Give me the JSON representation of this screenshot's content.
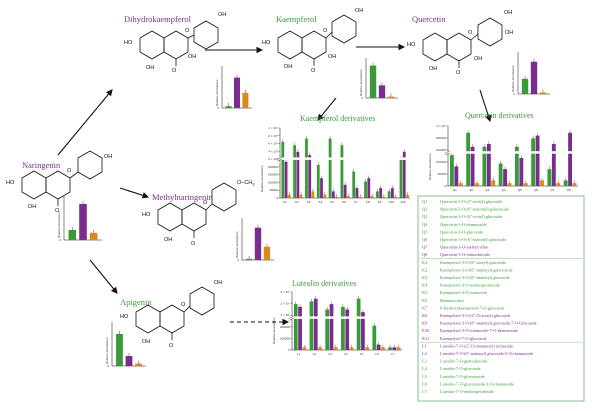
{
  "colors": {
    "purple": "#7b2d8e",
    "green": "#3a9a3a",
    "orange": "#d98a1e",
    "black": "#111111"
  },
  "compounds": {
    "naringenin": "Naringenin",
    "dihydrokaempferol": "Dihydrokaempferol",
    "kaempferol": "Kaempferol",
    "quercetin": "Quercetin",
    "methylnaringenin": "Methylnaringenin",
    "apigenin": "Apigenin"
  },
  "atoms": {
    "oh": "OH",
    "ho": "HO",
    "o": "O",
    "och3": "O–CH",
    "och3_sub": "3"
  },
  "axis_label": "Relative abundance",
  "derivative_titles": {
    "kaempferol": "Kaempferol derivatives",
    "quercetin": "Quercetin derivatives",
    "luteolin": "Luteolin derivatives"
  },
  "ticks": {
    "kaempferol": [
      "1 × 10⁷",
      "8 × 10⁶",
      "6 × 10⁶",
      "4 × 10⁶",
      "2 × 10⁶",
      "200000",
      "150000",
      "100000",
      "50000",
      "0"
    ],
    "quercetin": [
      "2 × 10⁷",
      "200000",
      "150000",
      "100000",
      "50000",
      "0"
    ],
    "luteolin": [
      "3 × 10⁷",
      "2 × 10⁷",
      "1 × 10⁷",
      "200000",
      "100000",
      "0"
    ],
    "small": [
      "0"
    ]
  },
  "chart_data": [
    {
      "type": "bar",
      "id": "kaempferol-derivatives",
      "title": "Kaempferol derivatives",
      "ylabel": "Relative abundance",
      "categories": [
        "K1",
        "K2",
        "K3",
        "K4",
        "K5",
        "K6",
        "K7",
        "K8",
        "K9",
        "K10",
        "K11"
      ],
      "series": [
        {
          "values": [
            0.85,
            0.8,
            0.9,
            0.5,
            0.9,
            0.8,
            0.4,
            0.25,
            0.1,
            0.1,
            0.6
          ]
        },
        {
          "values": [
            0.55,
            0.7,
            0.65,
            0.3,
            0.1,
            0.2,
            0.15,
            0.3,
            0.15,
            0.15,
            0.7
          ]
        },
        {
          "values": [
            0.05,
            0.05,
            0.1,
            0.05,
            0.02,
            0.03,
            0.02,
            0.03,
            0.02,
            0.02,
            0.05
          ]
        }
      ]
    },
    {
      "type": "bar",
      "id": "quercetin-derivatives",
      "title": "Quercetin derivatives",
      "ylabel": "Relative abundance",
      "categories": [
        "Q1",
        "Q2",
        "Q3",
        "Q4",
        "Q5",
        "Q6",
        "Q7",
        "Q8"
      ],
      "series": [
        {
          "values": [
            0.55,
            0.95,
            0.7,
            0.4,
            0.7,
            0.85,
            0.3,
            0.1
          ]
        },
        {
          "values": [
            0.35,
            0.7,
            0.75,
            0.3,
            0.5,
            0.9,
            0.75,
            0.95
          ]
        },
        {
          "values": [
            0.05,
            0.05,
            0.1,
            0.05,
            0.05,
            0.1,
            0.05,
            0.05
          ]
        }
      ]
    },
    {
      "type": "bar",
      "id": "luteolin-derivatives",
      "title": "Luteolin derivatives",
      "ylabel": "Relative abundance",
      "categories": [
        "L1",
        "L2",
        "L3",
        "L4",
        "L5",
        "L6",
        "L7"
      ],
      "series": [
        {
          "values": [
            0.85,
            0.9,
            0.75,
            0.8,
            0.95,
            0.45,
            0.05
          ]
        },
        {
          "values": [
            0.8,
            0.95,
            0.85,
            0.75,
            0.7,
            0.1,
            0.05
          ]
        },
        {
          "values": [
            0.05,
            0.05,
            0.05,
            0.05,
            0.05,
            0.05,
            0.05
          ]
        }
      ]
    },
    {
      "type": "bar",
      "id": "naringenin-bars",
      "series": [
        {
          "values": [
            0.25
          ]
        },
        {
          "values": [
            0.9
          ]
        },
        {
          "values": [
            0.18
          ]
        }
      ]
    },
    {
      "type": "bar",
      "id": "dihydrokaempferol-bars",
      "series": [
        {
          "values": [
            0.05
          ]
        },
        {
          "values": [
            0.8
          ]
        },
        {
          "values": [
            0.4
          ]
        }
      ]
    },
    {
      "type": "bar",
      "id": "kaempferol-bars",
      "series": [
        {
          "values": [
            0.9
          ]
        },
        {
          "values": [
            0.35
          ]
        },
        {
          "values": [
            0.04
          ]
        }
      ]
    },
    {
      "type": "bar",
      "id": "quercetin-bars",
      "series": [
        {
          "values": [
            0.4
          ]
        },
        {
          "values": [
            0.85
          ]
        },
        {
          "values": [
            0.04
          ]
        }
      ]
    },
    {
      "type": "bar",
      "id": "methylnaringenin-bars",
      "series": [
        {
          "values": [
            0.03
          ]
        },
        {
          "values": [
            0.85
          ]
        },
        {
          "values": [
            0.35
          ]
        }
      ]
    },
    {
      "type": "bar",
      "id": "apigenin-bars",
      "series": [
        {
          "values": [
            0.8
          ]
        },
        {
          "values": [
            0.25
          ]
        },
        {
          "values": [
            0.06
          ]
        }
      ]
    }
  ],
  "legend": [
    {
      "code": "Q1",
      "text": "Quercetin-3-O-(2''-acetyl) glucoside",
      "color": "green"
    },
    {
      "code": "Q2",
      "text": "Quercetin-3-O-(6''-malonyl) galactoside",
      "color": "green"
    },
    {
      "code": "Q3",
      "text": "Quercetin-3-O-(6''-acetyl) glucoside",
      "color": "green"
    },
    {
      "code": "Q4",
      "text": "Quercetin-3-O-rhamnoside",
      "color": "green"
    },
    {
      "code": "Q5",
      "text": "Quercetin-3-O-glucoside",
      "color": "green"
    },
    {
      "code": "Q6",
      "text": "Quercetin-3-O-(6''-malonyl) glucoside",
      "color": "green"
    },
    {
      "code": "Q7",
      "text": "Quercetin-3-O-methyl ether",
      "color": "purple"
    },
    {
      "code": "Q8",
      "text": "Quercetin-3-O-robinobioside",
      "color": "purple"
    },
    {
      "code": "K1",
      "text": "Kaempferol-3-O-(6''-acetyl) glucoside",
      "color": "green"
    },
    {
      "code": "K2",
      "text": "Kaempferol-3-O-(6''-malonyl) galactoside",
      "color": "green"
    },
    {
      "code": "K3",
      "text": "Kaempferol-3-O-(6''-malonyl) glucoside",
      "color": "green"
    },
    {
      "code": "K4",
      "text": "Kaempferol-3-O-neohesperidoside",
      "color": "green"
    },
    {
      "code": "K5",
      "text": "Kaempferol-3-O-rutinoside",
      "color": "green"
    },
    {
      "code": "K6",
      "text": "Rhamnocitrin",
      "color": "green"
    },
    {
      "code": "K7",
      "text": "6-Hydroxykaempferol-7-O-glucoside",
      "color": "green"
    },
    {
      "code": "K8",
      "text": "Kaempferol-3-O-(2''-O-acetyl) glucoside",
      "color": "purple"
    },
    {
      "code": "K9",
      "text": "Kaempferol-3-O-(6''-malonyl) glucoside-7-O-Glucoside",
      "color": "purple"
    },
    {
      "code": "K10",
      "text": "Kaempferol-3-O-robinoside-7-O-rhamnoside",
      "color": "purple"
    },
    {
      "code": "K11",
      "text": "Kaempferol-7-O-glucoside",
      "color": "purple"
    },
    {
      "code": "L1",
      "text": "Luteolin-7-O-(2''-O-rhamnosyl) rutinoside",
      "color": "purple"
    },
    {
      "code": "L2",
      "text": "Luteolin-7-O-(6''-malonyl) glucoside-5-O-rhamnoside",
      "color": "purple"
    },
    {
      "code": "L3",
      "text": "Luteolin-7-O-gentiobioside",
      "color": "green"
    },
    {
      "code": "L4",
      "text": "Luteolin-7-O-glucoside",
      "color": "green"
    },
    {
      "code": "L5",
      "text": "Luteolin-7-O-glucuronide",
      "color": "green"
    },
    {
      "code": "L6",
      "text": "Luteolin-7-O-glucuronide-3-O-rhamnoside",
      "color": "green"
    },
    {
      "code": "L7",
      "text": "Luteolin-7-O-neohesperidoside",
      "color": "green"
    }
  ]
}
